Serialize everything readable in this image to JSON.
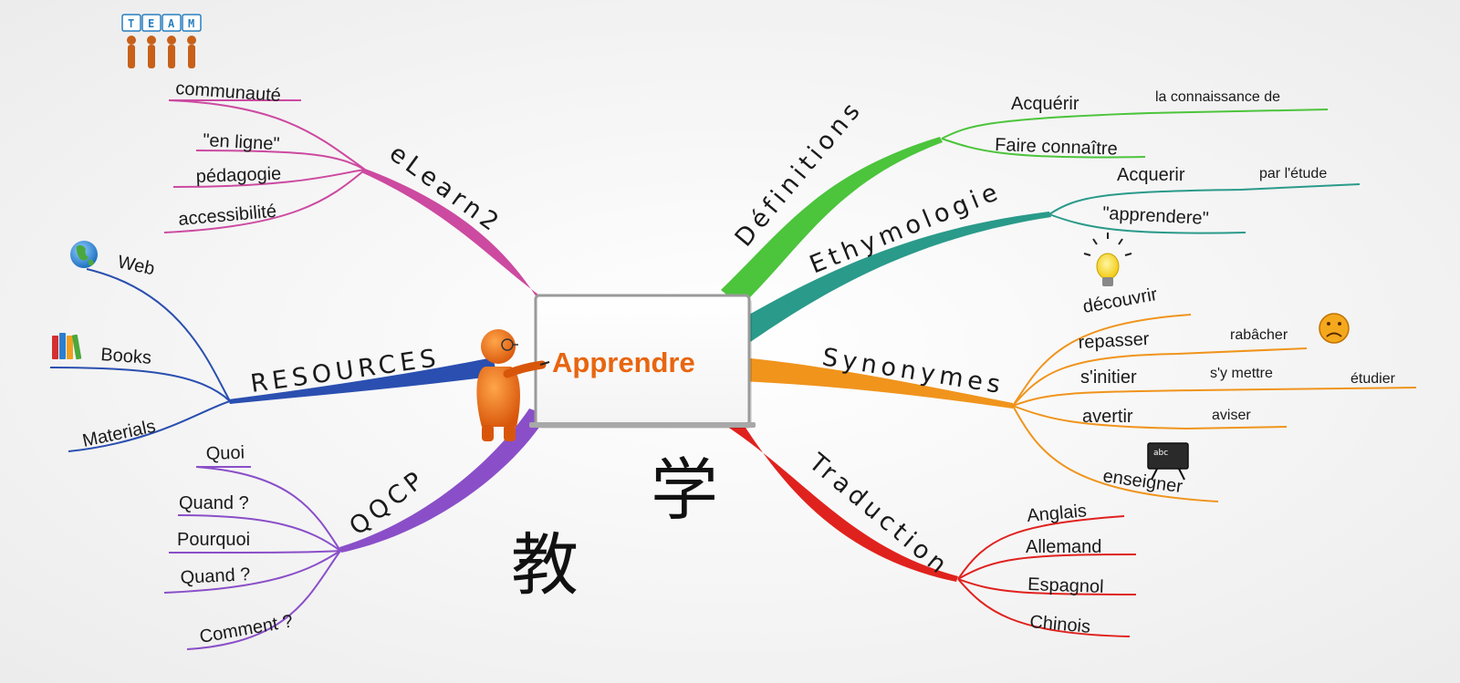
{
  "center": {
    "title": "Apprendre"
  },
  "decorations": {
    "team_letters": [
      "T",
      "E",
      "A",
      "M"
    ],
    "chalkboard_text": "abc",
    "cjk_left": "教",
    "cjk_right": "学"
  },
  "branches": {
    "elearn": {
      "label": "eLearn2",
      "color": "#cc4aa0",
      "leaves": [
        "communauté",
        "\"en ligne\"",
        "pédagogie",
        "accessibilité"
      ],
      "icon": "team-figures-icon"
    },
    "resources": {
      "label": "RESOURCES",
      "color": "#2a4fb0",
      "leaves": [
        "Web",
        "Books",
        "Materials"
      ],
      "icons": [
        "globe-icon",
        "books-icon"
      ]
    },
    "qqcp": {
      "label": "QQCP",
      "color": "#8a4fc8",
      "leaves": [
        "Quoi",
        "Quand ?",
        "Pourquoi",
        "Quand ?",
        "Comment ?"
      ]
    },
    "definitions": {
      "label": "Définitions",
      "color": "#4cc43c",
      "leaves": [
        "Acquérir",
        "Faire connaître"
      ],
      "sub": "la connaissance de"
    },
    "etymologie": {
      "label": "Ethymologie",
      "color": "#2a9a8a",
      "leaves": [
        "Acquerir",
        "\"apprendere\""
      ],
      "sub": "par l'étude"
    },
    "synonymes": {
      "label": "Synonymes",
      "color": "#f0941c",
      "leaves": [
        "découvrir",
        "repasser",
        "s'initier",
        "avertir",
        "enseigner"
      ],
      "subs": {
        "repasser": "rabâcher",
        "initier": "s'y mettre",
        "initier2": "étudier",
        "avertir": "aviser"
      },
      "icons": [
        "lightbulb-icon",
        "sad-face-icon",
        "chalkboard-icon"
      ]
    },
    "traduction": {
      "label": "Traduction",
      "color": "#e0221e",
      "leaves": [
        "Anglais",
        "Allemand",
        "Espagnol",
        "Chinois"
      ]
    }
  }
}
